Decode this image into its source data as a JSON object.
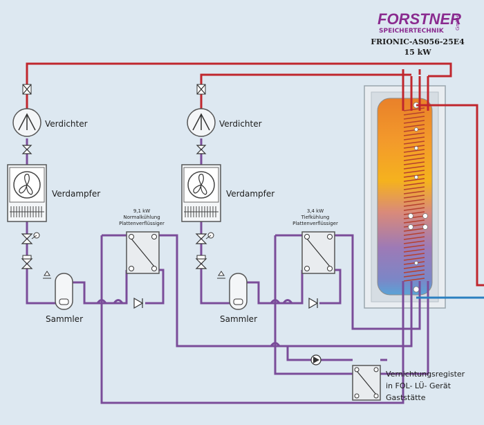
{
  "brand": {
    "logo_text": "FORSTNER",
    "logo_suffix": "GmbH",
    "subtitle": "SPEICHERTECHNIK",
    "model": "FRIONIC-AS056-25E4",
    "power": "15 kW"
  },
  "units": [
    {
      "compressor_label": "Verdichter",
      "evaporator_label": "Verdampfer",
      "collector_label": "Sammler"
    },
    {
      "compressor_label": "Verdichter",
      "evaporator_label": "Verdampfer",
      "collector_label": "Sammler"
    }
  ],
  "condensers": [
    {
      "power": "9,1 kW",
      "name": "Normalkühlung",
      "type": "Plattenverflüssiger"
    },
    {
      "power": "3,4 kW",
      "name": "Tiefkühlung",
      "type": "Plattenverflüssiger"
    }
  ],
  "register": {
    "line1": "Vernichtungsregister",
    "line2": "in FOL- LÜ- Gerät",
    "line3": "Gaststätte"
  },
  "colors": {
    "hot_line": "#c0262d",
    "refrigerant_line": "#7a4c99",
    "cold_line": "#2a7fc0",
    "background": "#dde8f1",
    "brand": "#8a2b8f"
  }
}
